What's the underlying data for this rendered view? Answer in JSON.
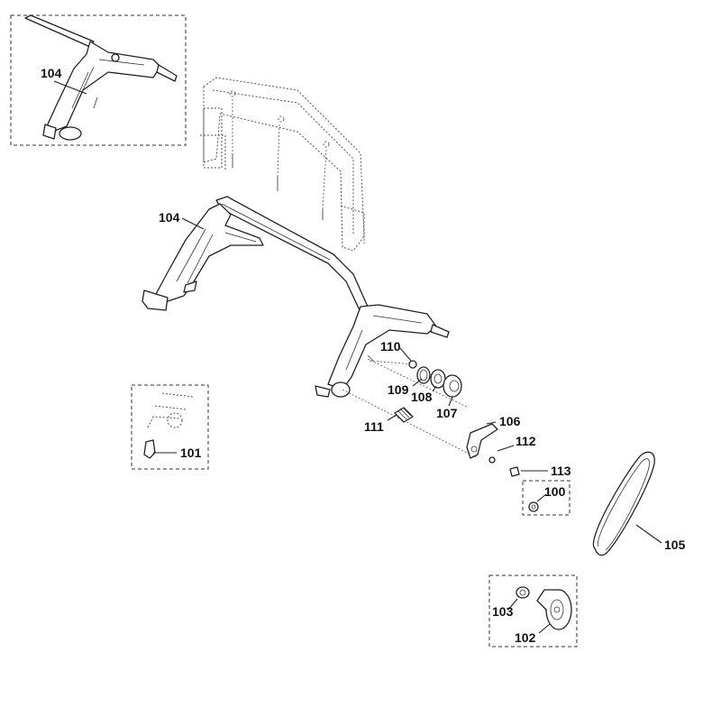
{
  "callouts": {
    "c104_inset": "104",
    "c104_main": "104",
    "c110": "110",
    "c109": "109",
    "c108": "108",
    "c107": "107",
    "c106": "106",
    "c111": "111",
    "c112": "112",
    "c113": "113",
    "c100": "100",
    "c101": "101",
    "c105": "105",
    "c103": "103",
    "c102": "102"
  },
  "colors": {
    "line": "#222222",
    "background": "#ffffff"
  }
}
